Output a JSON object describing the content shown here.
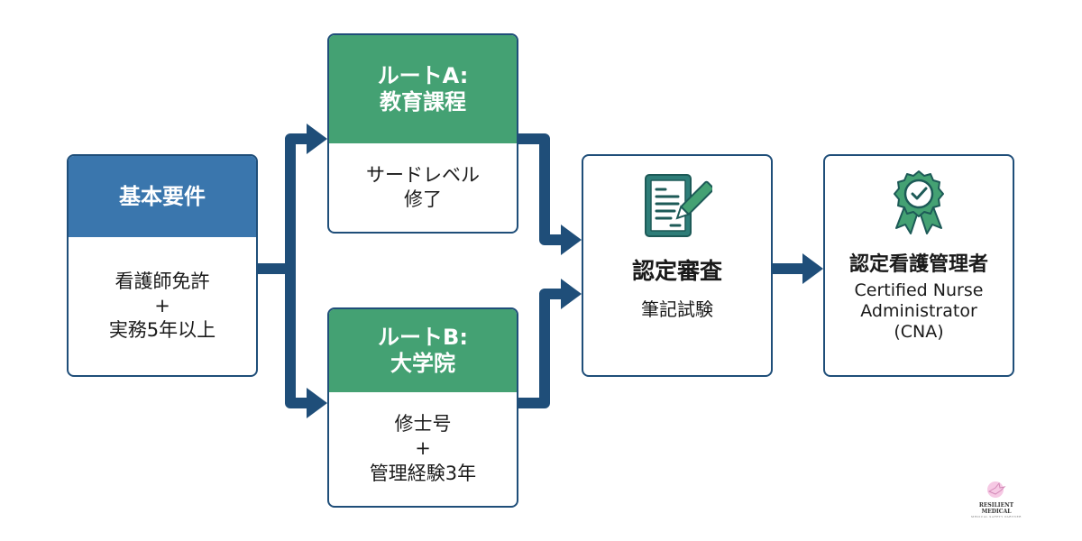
{
  "colors": {
    "arrow": "#1f4e79",
    "header_blue": "#3a76ad",
    "header_green": "#44a173",
    "icon_teal": "#2e7d78"
  },
  "basic": {
    "title": "基本要件",
    "line1": "看護師免許",
    "plus": "+",
    "line2": "実務5年以上"
  },
  "route_a": {
    "title_line1": "ルートA:",
    "title_line2": "教育課程",
    "body_line1": "サードレベル",
    "body_line2": "修了"
  },
  "route_b": {
    "title_line1": "ルートB:",
    "title_line2": "大学院",
    "body_line1": "修士号",
    "plus": "+",
    "body_line2": "管理経験3年"
  },
  "exam": {
    "icon": "document-pen-icon",
    "title": "認定審査",
    "subtitle": "筆記試験"
  },
  "cert": {
    "icon": "award-ribbon-icon",
    "title": "認定看護管理者",
    "en_line1": "Certified Nurse",
    "en_line2": "Administrator",
    "en_line3": "(CNA)"
  },
  "logo": {
    "name": "RESILIENT MEDICAL",
    "tagline": "MEDICAL SAFETY PARTNER"
  }
}
